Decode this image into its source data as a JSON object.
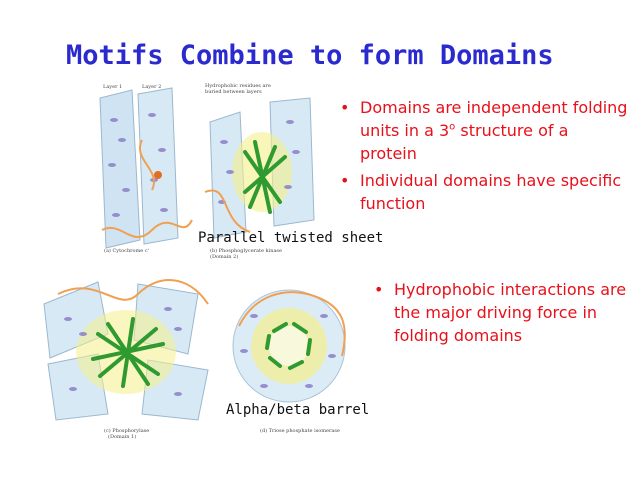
{
  "slide": {
    "title": "Motifs Combine to form Domains",
    "bullets_top": [
      {
        "pre": "Domains are independent folding units in a 3",
        "sup": "o",
        "post": " structure of a protein"
      },
      {
        "text": "Individual domains have specific function"
      }
    ],
    "bullets_bottom": [
      {
        "text": "Hydrophobic interactions are the major driving force in folding domains"
      }
    ],
    "captions": {
      "parallel": "Parallel twisted sheet",
      "barrel": "Alpha/beta barrel"
    },
    "figure_labels": {
      "layer1": "Layer 1",
      "layer2": "Layer 2",
      "hydrophobic_note_line1": "Hydrophobic residues are",
      "hydrophobic_note_line2": "buried between layers",
      "fig_a": "(a) Cytochrome c'",
      "fig_b_line1": "(b) Phosphoglycerate kinase",
      "fig_b_line2": "(Domain 2)",
      "fig_c_line1": "(c) Phosphorylase",
      "fig_c_line2": "(Domain 1)",
      "fig_d": "(d) Triose phosphate isomerase"
    },
    "colors": {
      "title": "#2a2acf",
      "bullets": "#e8101a",
      "sheet_plane": "#cfe3f3",
      "helix_green": "#2f9a2f",
      "ribbon": "#f0a050",
      "glow": "#f4f08a"
    }
  }
}
